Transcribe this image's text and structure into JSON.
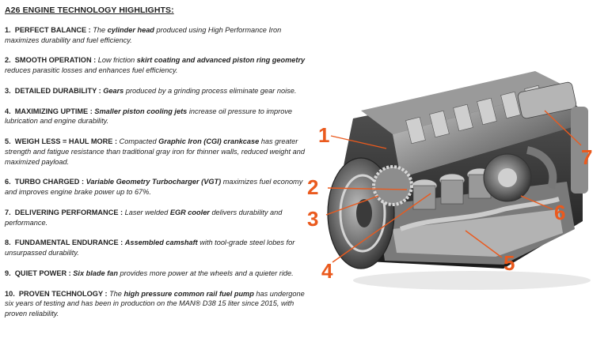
{
  "heading": "A26 ENGINE TECHNOLOGY HIGHLIGHTS:",
  "items": [
    {
      "num": "1.",
      "title": "PERFECT BALANCE :",
      "parts": [
        {
          "s": "i",
          "t": " The "
        },
        {
          "s": "bi",
          "t": "cylinder head"
        },
        {
          "s": "i",
          "t": " produced using High Performance Iron maximizes durability and fuel efficiency."
        }
      ]
    },
    {
      "num": "2.",
      "title": "SMOOTH OPERATION :",
      "parts": [
        {
          "s": "i",
          "t": " Low friction "
        },
        {
          "s": "bi",
          "t": "skirt coating and advanced piston ring geometry"
        },
        {
          "s": "i",
          "t": " reduces parasitic losses and enhances fuel efficiency."
        }
      ]
    },
    {
      "num": "3.",
      "title": "DETAILED DURABILITY :",
      "parts": [
        {
          "s": "i",
          "t": " "
        },
        {
          "s": "bi",
          "t": "Gears"
        },
        {
          "s": "i",
          "t": " produced by a grinding process eliminate gear noise."
        }
      ]
    },
    {
      "num": "4.",
      "title": "MAXIMIZING UPTIME :",
      "parts": [
        {
          "s": "i",
          "t": " "
        },
        {
          "s": "bi",
          "t": "Smaller piston cooling jets"
        },
        {
          "s": "i",
          "t": " increase oil pressure to improve lubrication and engine durability."
        }
      ]
    },
    {
      "num": "5.",
      "title": "WEIGH LESS = HAUL MORE :",
      "parts": [
        {
          "s": "i",
          "t": " Compacted "
        },
        {
          "s": "bi",
          "t": "Graphic Iron (CGI) crankcase"
        },
        {
          "s": "i",
          "t": " has greater strength and fatigue resistance than traditional gray iron for thinner walls, reduced weight and maximized payload."
        }
      ]
    },
    {
      "num": "6.",
      "title": "TURBO CHARGED :",
      "parts": [
        {
          "s": "i",
          "t": " "
        },
        {
          "s": "bi",
          "t": "Variable Geometry Turbocharger (VGT)"
        },
        {
          "s": "i",
          "t": " maximizes fuel economy and improves engine brake power up to 67%."
        }
      ]
    },
    {
      "num": "7.",
      "title": "DELIVERING PERFORMANCE :",
      "parts": [
        {
          "s": "i",
          "t": " Laser welded "
        },
        {
          "s": "bi",
          "t": "EGR cooler"
        },
        {
          "s": "i",
          "t": " delivers durability and performance."
        }
      ]
    },
    {
      "num": "8.",
      "title": "FUNDAMENTAL ENDURANCE :",
      "parts": [
        {
          "s": "i",
          "t": " "
        },
        {
          "s": "bi",
          "t": "Assembled camshaft"
        },
        {
          "s": "i",
          "t": " with tool-grade steel lobes for unsurpassed durability."
        }
      ]
    },
    {
      "num": "9.",
      "title": "QUIET POWER :",
      "parts": [
        {
          "s": "i",
          "t": " "
        },
        {
          "s": "bi",
          "t": "Six blade fan"
        },
        {
          "s": "i",
          "t": " provides more power at the wheels and a quieter ride."
        }
      ]
    },
    {
      "num": "10.",
      "title": "PROVEN TECHNOLOGY :",
      "parts": [
        {
          "s": "i",
          "t": " The "
        },
        {
          "s": "bi",
          "t": "high pressure common rail fuel pump"
        },
        {
          "s": "i",
          "t": " has undergone six years of testing and has been in production on the MAN® D38 15 liter since 2015, with proven reliability."
        }
      ]
    }
  ],
  "figure": {
    "callouts": [
      "1",
      "2",
      "3",
      "4",
      "5",
      "6",
      "7"
    ],
    "callout_color": "#ea5a1e"
  }
}
